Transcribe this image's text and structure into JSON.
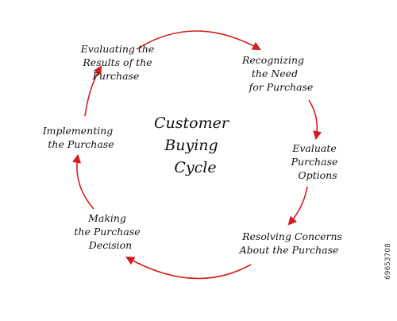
{
  "title_lines": [
    "Customer",
    "Buying",
    "Cycle"
  ],
  "steps": [
    {
      "lines": [
        "Recognizing",
        "the Need",
        "for Purchase"
      ]
    },
    {
      "lines": [
        "Evaluate",
        "Purchase",
        "Options"
      ]
    },
    {
      "lines": [
        "Resolving Concerns",
        "About the Purchase"
      ]
    },
    {
      "lines": [
        "Making",
        "the Purchase",
        "Decision"
      ]
    },
    {
      "lines": [
        "Implementing",
        "the Purchase"
      ]
    },
    {
      "lines": [
        "Evaluating the",
        "Results of the",
        "Purchase"
      ]
    }
  ],
  "side_id": "69653708",
  "colors": {
    "arrow": "#d11f1f",
    "text": "#111111"
  }
}
